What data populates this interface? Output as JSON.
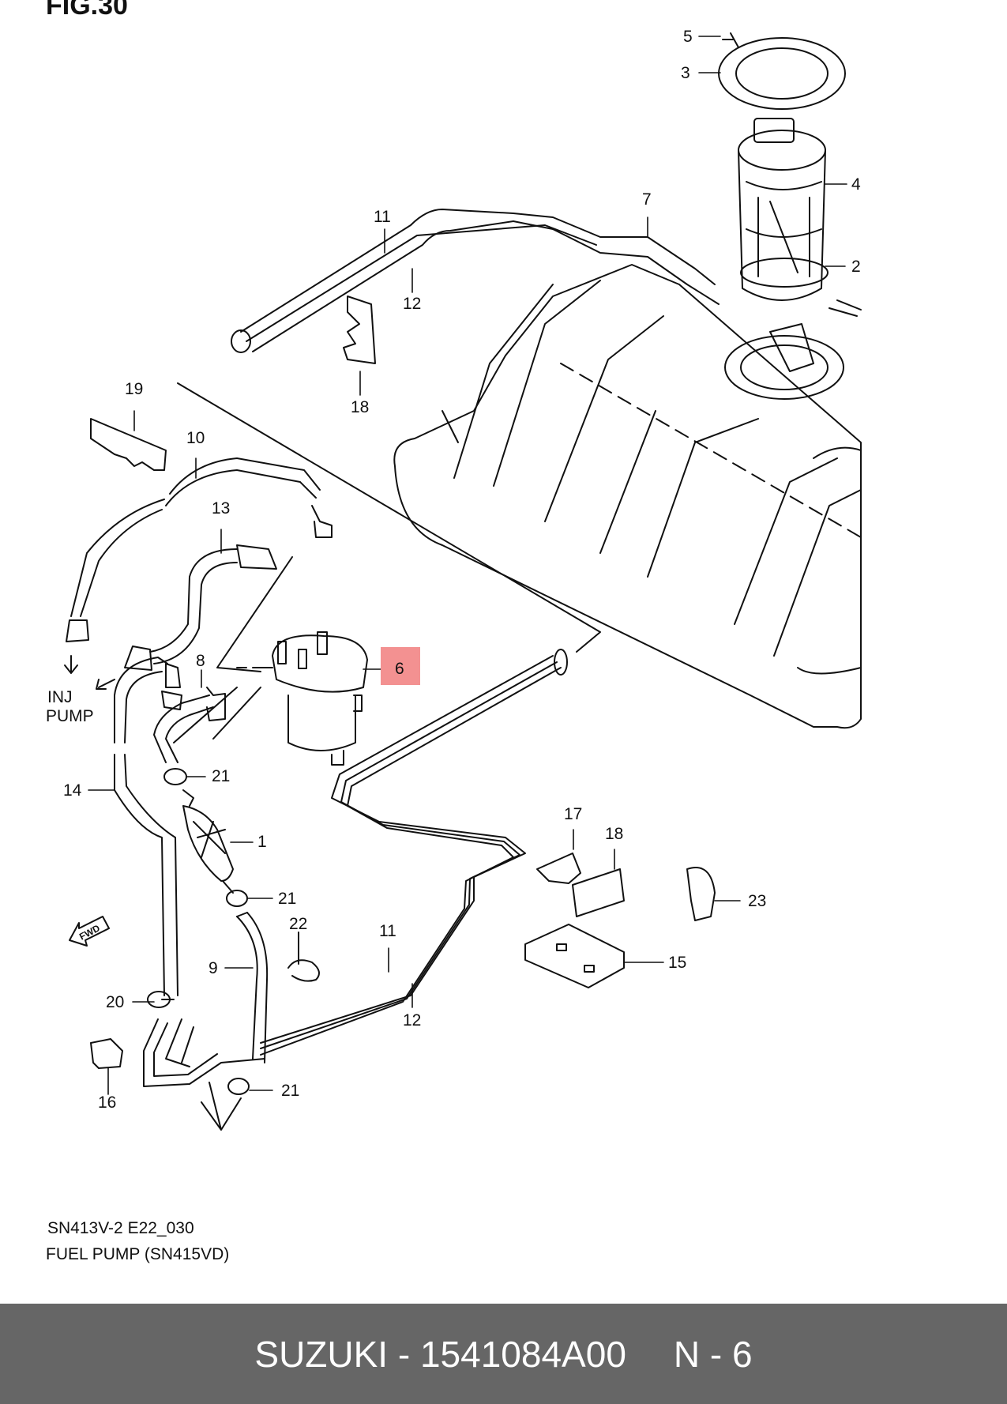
{
  "header_fragment": "FIG.30",
  "callouts": {
    "n5": "5",
    "n3": "3",
    "n4": "4",
    "n2": "2",
    "n7": "7",
    "n11a": "11",
    "n12a": "12",
    "n18a": "18",
    "n19": "19",
    "n10": "10",
    "n13": "13",
    "n8": "8",
    "n6": "6",
    "inj": "INJ",
    "pump": "PUMP",
    "n21a": "21",
    "n14": "14",
    "n1": "1",
    "n21b": "21",
    "n22": "22",
    "n9": "9",
    "n20": "20",
    "n16": "16",
    "n21c": "21",
    "n17": "17",
    "n18b": "18",
    "n23": "23",
    "n15": "15",
    "n11b": "11",
    "n12b": "12"
  },
  "fwd_label": "FWD",
  "caption": {
    "line1": "SN413V-2 E22_030",
    "line2": "FUEL PUMP (SN415VD)"
  },
  "footer": {
    "brand_part": "SUZUKI - 1541084A00",
    "item": "N - 6"
  },
  "colors": {
    "highlight": "#f28b8b",
    "footer_bg": "#666666",
    "line": "#111111"
  }
}
